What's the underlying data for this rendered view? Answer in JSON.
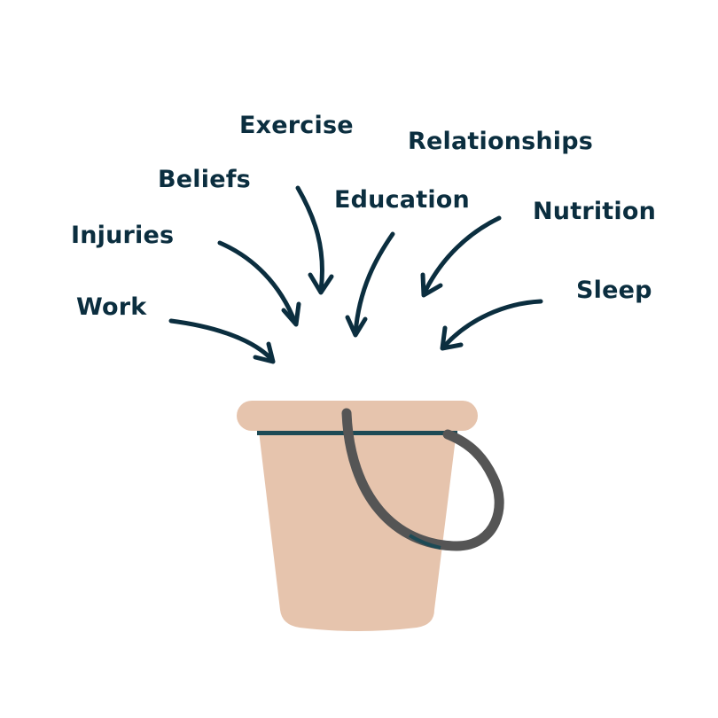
{
  "colors": {
    "text": "#0b2e3f",
    "arrow": "#0b2e3f",
    "bucket_body": "#e6c4ad",
    "bucket_rim": "#e6c4ad",
    "bucket_band": "#1d4a55",
    "handle": "#555555",
    "background": "#ffffff"
  },
  "labels": {
    "exercise": "Exercise",
    "relationships": "Relationships",
    "beliefs": "Beliefs",
    "education": "Education",
    "nutrition": "Nutrition",
    "injuries": "Injuries",
    "sleep": "Sleep",
    "work": "Work"
  },
  "icons": [
    "arrow-icon",
    "bucket-icon",
    "bucket-handle-icon"
  ]
}
